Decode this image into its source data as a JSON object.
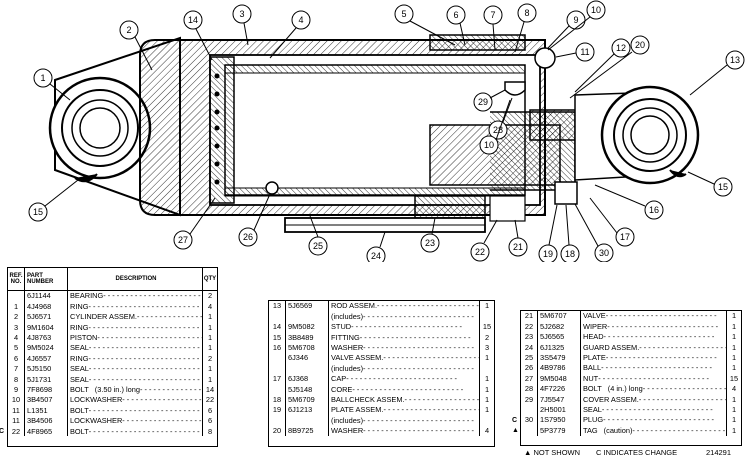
{
  "callouts": [
    "1",
    "2",
    "3",
    "4",
    "5",
    "6",
    "7",
    "8",
    "9",
    "10",
    "11",
    "12",
    "20",
    "13",
    "15",
    "14",
    "29",
    "28",
    "10",
    "27",
    "26",
    "25",
    "24",
    "23",
    "22",
    "21",
    "19",
    "18",
    "30",
    "17",
    "16",
    "15"
  ],
  "table_left": {
    "headers": [
      "REF. NO.",
      "PART NUMBER",
      "DESCRIPTION",
      "QTY"
    ],
    "rows": [
      {
        "ref": "",
        "num": "6J1144",
        "desc": "BEARING",
        "qty": "2"
      },
      {
        "ref": "1",
        "num": "4J4968",
        "desc": "RING",
        "qty": "4"
      },
      {
        "ref": "2",
        "num": "5J6571",
        "desc": "CYLINDER ASSEM.",
        "qty": "1"
      },
      {
        "ref": "3",
        "num": "9M1604",
        "desc": "RING",
        "qty": "1"
      },
      {
        "ref": "4",
        "num": "4J8763",
        "desc": "PISTON",
        "qty": "1"
      },
      {
        "ref": "5",
        "num": "9M5024",
        "desc": "SEAL",
        "qty": "1"
      },
      {
        "ref": "6",
        "num": "4J6557",
        "desc": "RING",
        "qty": "2"
      },
      {
        "ref": "7",
        "num": "5J5150",
        "desc": "SEAL",
        "qty": "1"
      },
      {
        "ref": "8",
        "num": "5J1731",
        "desc": "SEAL",
        "qty": "1"
      },
      {
        "ref": "9",
        "num": "7F8698",
        "desc": "BOLT",
        "note": "(3.50 in.) long",
        "qty": "14"
      },
      {
        "ref": "10",
        "num": "3B4507",
        "desc": "LOCKWASHER",
        "qty": "22"
      },
      {
        "ref": "11",
        "num": "L1351",
        "desc": "BOLT",
        "qty": "6"
      },
      {
        "ref": "11",
        "num": "3B4506",
        "desc": "LOCKWASHER",
        "qty": "6"
      },
      {
        "ref": "22",
        "num": "4F8965",
        "desc": "BOLT",
        "qty": "8",
        "mark": "C"
      }
    ]
  },
  "table_mid": {
    "rows": [
      {
        "ref": "13",
        "num": "5J6569",
        "desc": "ROD ASSEM.",
        "qty": "1"
      },
      {
        "ref": "",
        "num": "",
        "desc": "(includes)",
        "qty": ""
      },
      {
        "ref": "14",
        "num": "9M5082",
        "desc": "STUD",
        "qty": "15"
      },
      {
        "ref": "15",
        "num": "3B8489",
        "desc": "FITTING",
        "qty": "2"
      },
      {
        "ref": "16",
        "num": "5M6708",
        "desc": "WASHER",
        "qty": "3"
      },
      {
        "ref": "",
        "num": "6J346",
        "desc": "VALVE ASSEM.",
        "qty": "1"
      },
      {
        "ref": "",
        "num": "",
        "desc": "(includes)",
        "qty": ""
      },
      {
        "ref": "17",
        "num": "6J368",
        "desc": "CAP",
        "qty": "1"
      },
      {
        "ref": "",
        "num": "5J5148",
        "desc": "CORE",
        "qty": "1"
      },
      {
        "ref": "18",
        "num": "5M6709",
        "desc": "BALLCHECK ASSEM.",
        "qty": "1"
      },
      {
        "ref": "19",
        "num": "6J1213",
        "desc": "PLATE ASSEM.",
        "qty": "1"
      },
      {
        "ref": "",
        "num": "",
        "desc": "(includes)",
        "qty": ""
      },
      {
        "ref": "20",
        "num": "8B9725",
        "desc": "WASHER",
        "qty": "4"
      }
    ]
  },
  "table_right": {
    "rows": [
      {
        "ref": "21",
        "num": "5M6707",
        "desc": "VALVE",
        "qty": "1"
      },
      {
        "ref": "22",
        "num": "5J2682",
        "desc": "WIPER",
        "qty": "1"
      },
      {
        "ref": "23",
        "num": "5J6565",
        "desc": "HEAD",
        "qty": "1"
      },
      {
        "ref": "24",
        "num": "6J1325",
        "desc": "GUARD ASSEM.",
        "qty": "1"
      },
      {
        "ref": "25",
        "num": "3S5479",
        "desc": "PLATE",
        "qty": "1"
      },
      {
        "ref": "26",
        "num": "4B9786",
        "desc": "BALL",
        "qty": "1"
      },
      {
        "ref": "27",
        "num": "9M5048",
        "desc": "NUT",
        "qty": "15"
      },
      {
        "ref": "28",
        "num": "4F7226",
        "desc": "BOLT",
        "note": "(4 in.) long",
        "qty": "4"
      },
      {
        "ref": "29",
        "num": "7J5547",
        "desc": "COVER ASSEM.",
        "qty": "1"
      },
      {
        "ref": "",
        "num": "2H5001",
        "desc": "SEAL",
        "qty": "1"
      },
      {
        "ref": "30",
        "num": "1S7950",
        "desc": "PLUG",
        "qty": "1",
        "mark": "C"
      },
      {
        "ref": "",
        "num": "5P3779",
        "desc": "TAG",
        "note": "(caution)",
        "qty": "1",
        "mark": "▲"
      }
    ]
  },
  "footer": {
    "not_shown": "▲ NOT SHOWN",
    "indicates_change": "C INDICATES CHANGE",
    "figure_number": "214291"
  }
}
